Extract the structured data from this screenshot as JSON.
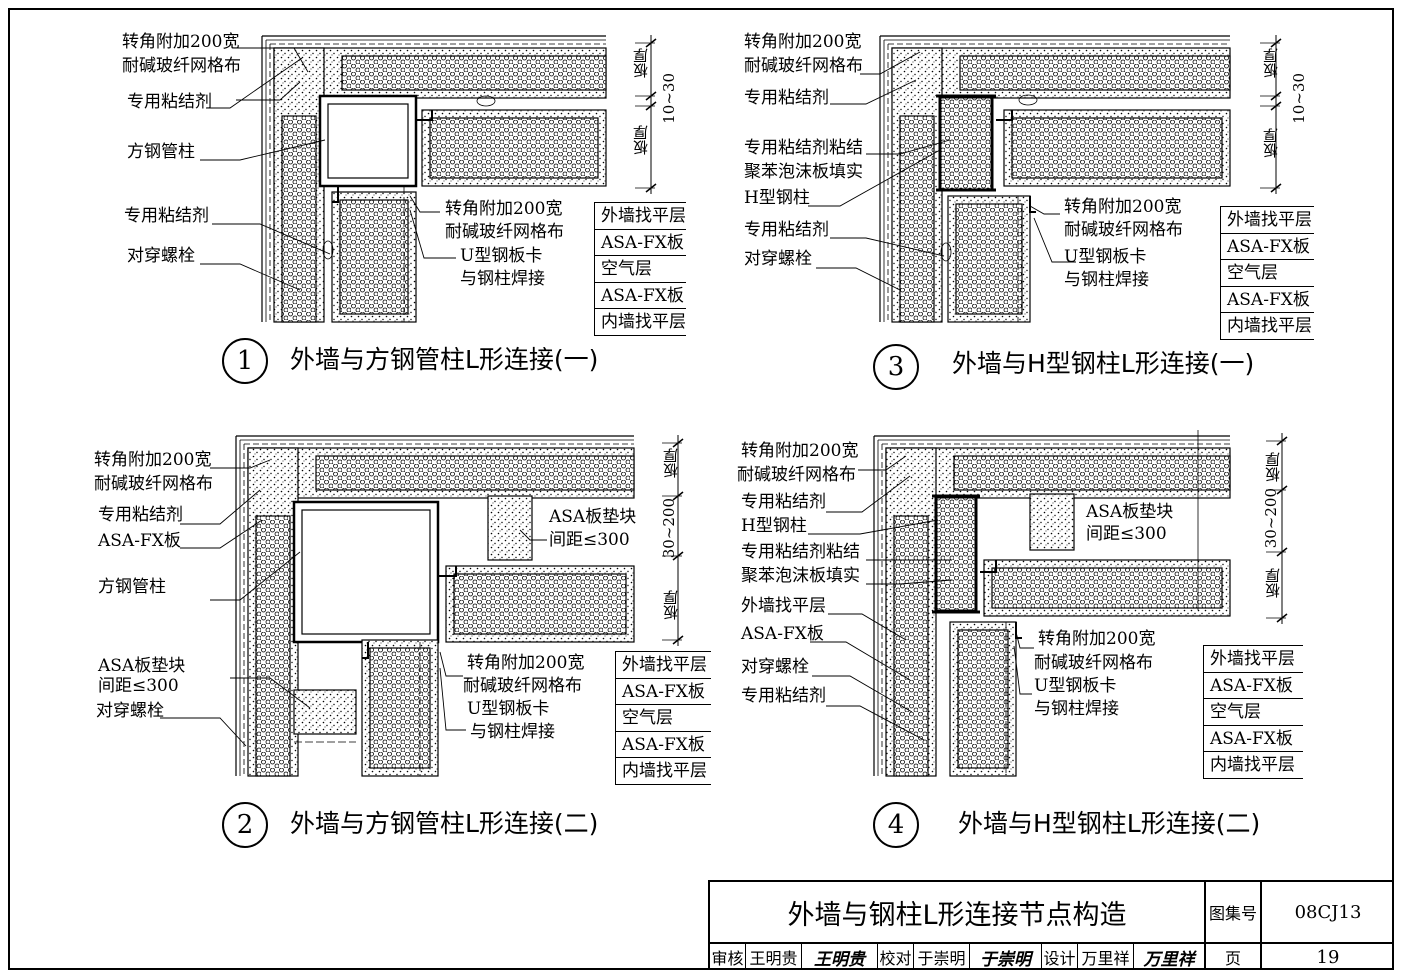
{
  "drawings": [
    {
      "id": 1,
      "number": "1",
      "caption": "外墙与方钢管柱L形连接(一)",
      "labels_left": [
        "转角附加200宽",
        "耐碱玻纤网格布",
        "专用粘结剂",
        "方钢管柱",
        "专用粘结剂",
        "对穿螺栓"
      ],
      "labels_mid": [
        "转角附加200宽",
        "耐碱玻纤网格布",
        "U型钢板卡",
        "与钢柱焊接"
      ],
      "dims": [
        "板厚",
        "10~30",
        "板厚"
      ],
      "layers": [
        "外墙找平层",
        "ASA-FX板",
        "空气层",
        "ASA-FX板",
        "内墙找平层"
      ]
    },
    {
      "id": 2,
      "number": "2",
      "caption": "外墙与方钢管柱L形连接(二)",
      "labels_left": [
        "转角附加200宽",
        "耐碱玻纤网格布",
        "专用粘结剂",
        "ASA-FX板",
        "方钢管柱",
        "ASA板垫块",
        "间距≤300",
        "对穿螺栓"
      ],
      "labels_mid": [
        "ASA板垫块",
        "间距≤300",
        "转角附加200宽",
        "耐碱玻纤网格布",
        "U型钢板卡",
        "与钢柱焊接"
      ],
      "dims": [
        "板厚",
        "30~200",
        "板厚"
      ],
      "layers": [
        "外墙找平层",
        "ASA-FX板",
        "空气层",
        "ASA-FX板",
        "内墙找平层"
      ]
    },
    {
      "id": 3,
      "number": "3",
      "caption": "外墙与H型钢柱L形连接(一)",
      "labels_left": [
        "转角附加200宽",
        "耐碱玻纤网格布",
        "专用粘结剂",
        "专用粘结剂粘结",
        "聚苯泡沫板填实",
        "H型钢柱",
        "专用粘结剂",
        "对穿螺栓"
      ],
      "labels_mid": [
        "转角附加200宽",
        "耐碱玻纤网格布",
        "U型钢板卡",
        "与钢柱焊接"
      ],
      "dims": [
        "板厚",
        "10~30",
        "板厚"
      ],
      "layers": [
        "外墙找平层",
        "ASA-FX板",
        "空气层",
        "ASA-FX板",
        "内墙找平层"
      ]
    },
    {
      "id": 4,
      "number": "4",
      "caption": "外墙与H型钢柱L形连接(二)",
      "labels_left": [
        "转角附加200宽",
        "耐碱玻纤网格布",
        "专用粘结剂",
        "H型钢柱",
        "专用粘结剂粘结",
        "聚苯泡沫板填实",
        "外墙找平层",
        "ASA-FX板",
        "对穿螺栓",
        "专用粘结剂"
      ],
      "labels_mid": [
        "ASA板垫块",
        "间距≤300",
        "转角附加200宽",
        "耐碱玻纤网格布",
        "U型钢板卡",
        "与钢柱焊接"
      ],
      "dims": [
        "板厚",
        "30~200",
        "板厚"
      ],
      "layers": [
        "外墙找平层",
        "ASA-FX板",
        "空气层",
        "ASA-FX板",
        "内墙找平层"
      ]
    }
  ],
  "title_block": {
    "title": "外墙与钢柱L形连接节点构造",
    "atlas_label": "图集号",
    "atlas_no": "08CJ13",
    "review_label": "审核",
    "reviewer": "王明贵",
    "reviewer_sig": "王明贵",
    "check_label": "校对",
    "checker": "于崇明",
    "checker_sig": "于崇明",
    "design_label": "设计",
    "designer": "万里祥",
    "designer_sig": "万里祥",
    "page_label": "页",
    "page_no": "19"
  }
}
